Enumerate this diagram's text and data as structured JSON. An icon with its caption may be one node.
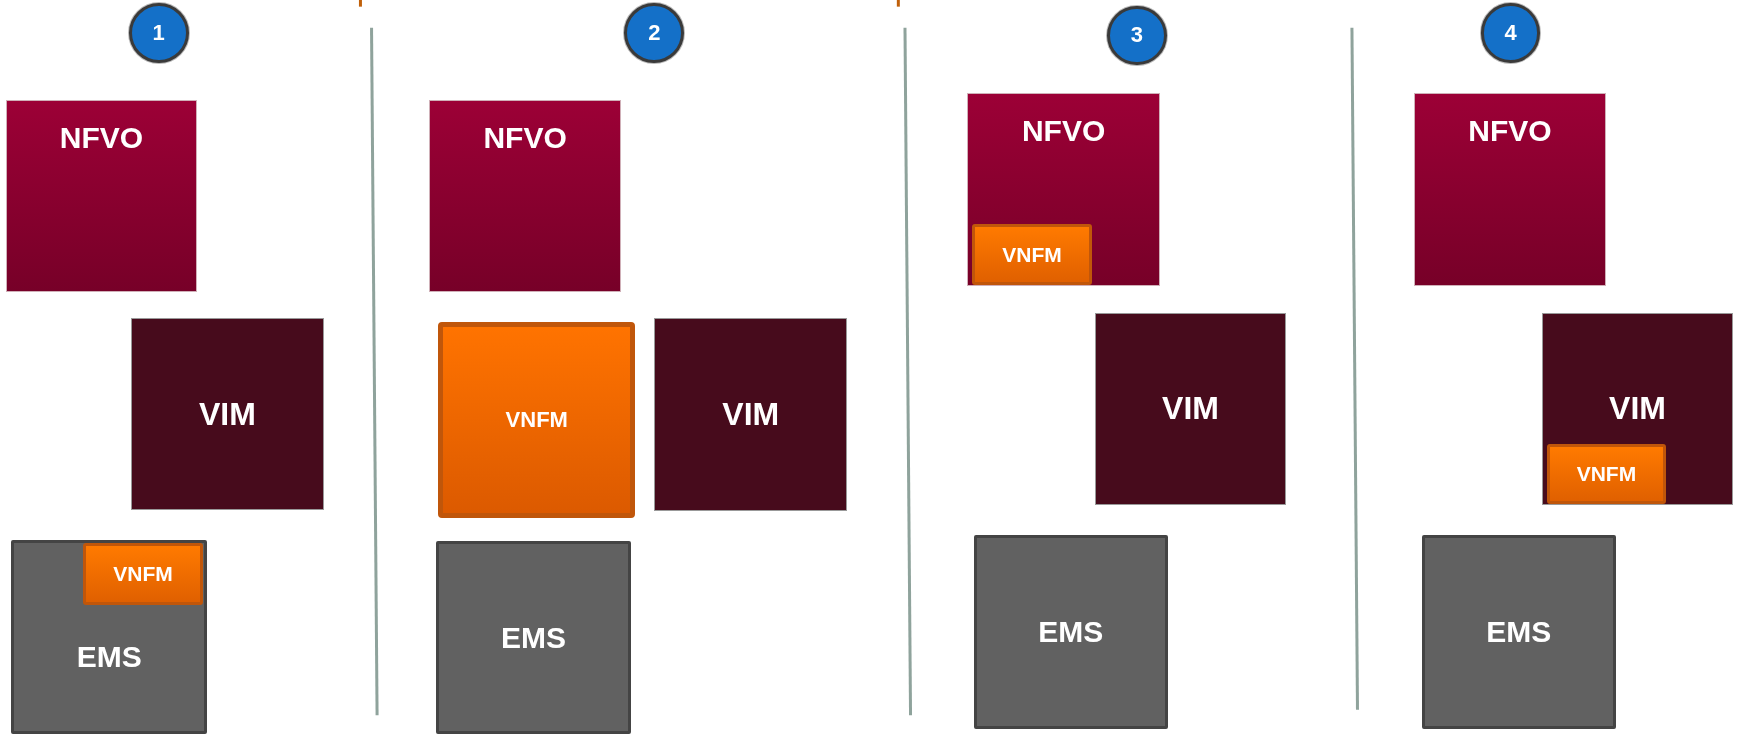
{
  "diagram": {
    "nodes": [
      {
        "text": [
          "1"
        ]
      },
      {
        "text": [
          "NFVO"
        ]
      },
      {
        "text": [
          "VIM"
        ]
      },
      {
        "text": [
          "EMS"
        ]
      },
      {
        "text": [
          "VNFM"
        ],
        "in": 3
      },
      {
        "text": [
          "2"
        ]
      },
      {
        "text": [
          "NFVO"
        ]
      },
      {
        "text": [
          "VNFM"
        ]
      },
      {
        "text": [
          "VIM"
        ]
      },
      {
        "text": [
          "EMS"
        ]
      },
      {
        "text": [
          "3"
        ]
      },
      {
        "text": [
          "NFVO"
        ]
      },
      {
        "text": [
          "VNFM"
        ],
        "in": 11
      },
      {
        "text": [
          "VIM"
        ]
      },
      {
        "text": [
          "EMS"
        ]
      },
      {
        "text": [
          "4"
        ]
      },
      {
        "text": [
          "NFVO"
        ]
      },
      {
        "text": [
          "VIM"
        ]
      },
      {
        "text": [
          "VNFM"
        ],
        "in": 17
      },
      {
        "text": [
          "EMS"
        ]
      }
    ]
  }
}
